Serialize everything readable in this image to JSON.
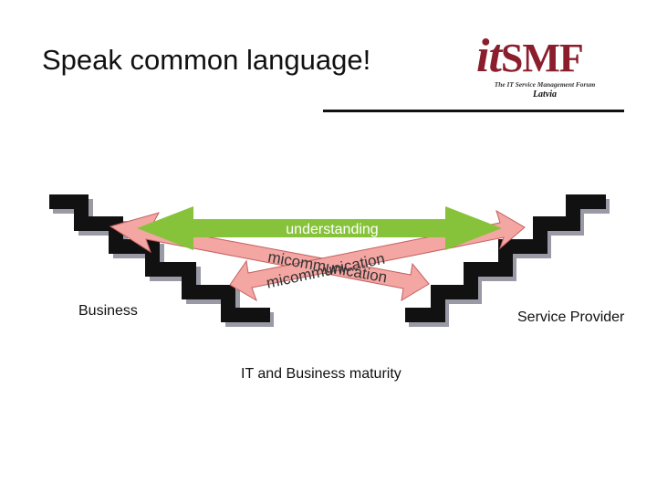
{
  "slide": {
    "title": "Speak common language!"
  },
  "logo": {
    "it": "it",
    "smf": "SMF",
    "subtitle": "The IT Service Management Forum",
    "country": "Latvia",
    "colors": {
      "brand": "#8b1e2d"
    }
  },
  "diagram": {
    "understanding": "understanding",
    "miscommunication_1": "micommunication",
    "miscommunication_2": "micommunication",
    "left_label": "Business",
    "right_label": "Service Provider",
    "bottom_label": "IT and Business maturity",
    "colors": {
      "stairs": "#111111",
      "stair_shadow": "#9a9aa6",
      "arrow_green": "#86c33b",
      "arrow_pink": "#f4a6a3",
      "arrow_pink_stroke": "#c46060"
    }
  }
}
